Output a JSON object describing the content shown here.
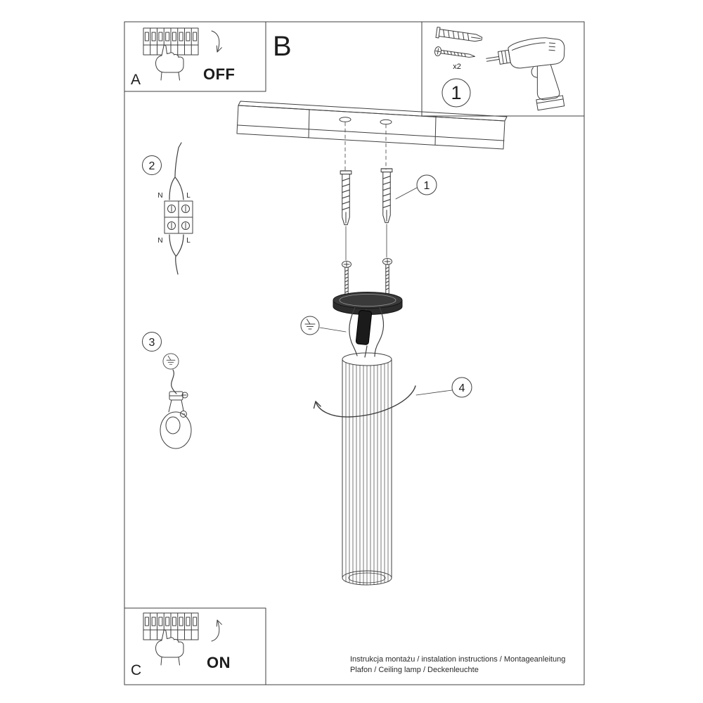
{
  "colors": {
    "line": "#3f3f3f",
    "paper": "#ffffff",
    "dark_fill": "#262626"
  },
  "panels": {
    "a": {
      "letter": "A",
      "state": "OFF"
    },
    "b": {
      "letter": "B"
    },
    "c": {
      "letter": "C",
      "state": "ON"
    },
    "tools": {
      "number": "1",
      "anchor_qty": "x2"
    }
  },
  "callouts": {
    "anchors": "1",
    "wiring": "2",
    "holder": "3",
    "shade": "4"
  },
  "wiring_labels": {
    "top_left": "N",
    "top_right": "L",
    "bottom_left": "N",
    "bottom_right": "L"
  },
  "footer": {
    "line1": "Instrukcja montażu / instalation instructions / Montageanleitung",
    "line2": "Plafon / Ceiling lamp / Deckenleuchte"
  }
}
